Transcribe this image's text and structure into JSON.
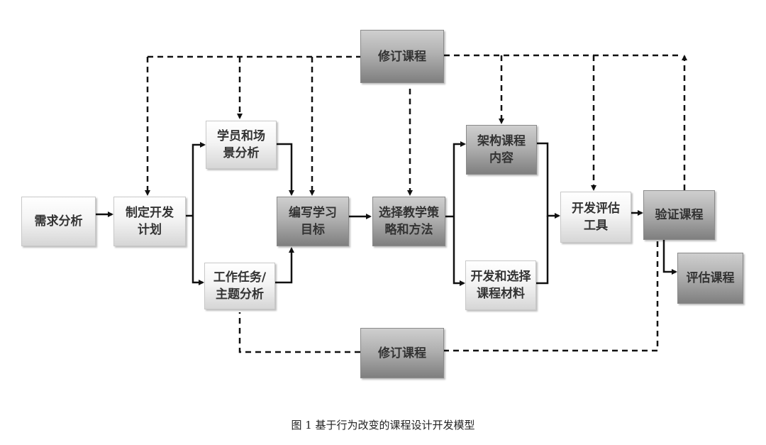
{
  "diagram": {
    "title": "图 1 基于行为改变的课程设计开发模型",
    "nodes": [
      {
        "id": "needs",
        "label": "需求分析",
        "style": "light"
      },
      {
        "id": "plan",
        "label": "制定开发计划",
        "style": "light"
      },
      {
        "id": "learner",
        "label": "学员和场景分析",
        "style": "light"
      },
      {
        "id": "task",
        "label": "工作任务/主题分析",
        "style": "light"
      },
      {
        "id": "objectives",
        "label": "编写学习目标",
        "style": "dark"
      },
      {
        "id": "strategy",
        "label": "选择教学策略和方法",
        "style": "dark"
      },
      {
        "id": "structure",
        "label": "架构课程内容",
        "style": "dark"
      },
      {
        "id": "materials",
        "label": "开发和选择课程材料",
        "style": "light"
      },
      {
        "id": "evaltools",
        "label": "开发评估工具",
        "style": "light"
      },
      {
        "id": "validate",
        "label": "验证课程",
        "style": "dark"
      },
      {
        "id": "evaluate",
        "label": "评估课程",
        "style": "dark"
      },
      {
        "id": "revise_top",
        "label": "修订课程",
        "style": "dark"
      },
      {
        "id": "revise_bottom",
        "label": "修订课程",
        "style": "dark"
      }
    ],
    "edges": [
      {
        "from": "needs",
        "to": "plan",
        "type": "solid"
      },
      {
        "from": "plan",
        "to": "learner",
        "type": "solid"
      },
      {
        "from": "plan",
        "to": "task",
        "type": "solid"
      },
      {
        "from": "learner",
        "to": "objectives",
        "type": "solid"
      },
      {
        "from": "task",
        "to": "objectives",
        "type": "solid"
      },
      {
        "from": "objectives",
        "to": "strategy",
        "type": "solid"
      },
      {
        "from": "strategy",
        "to": "structure",
        "type": "solid"
      },
      {
        "from": "strategy",
        "to": "materials",
        "type": "solid"
      },
      {
        "from": "structure",
        "to": "evaltools",
        "type": "solid"
      },
      {
        "from": "materials",
        "to": "evaltools",
        "type": "solid"
      },
      {
        "from": "evaltools",
        "to": "validate",
        "type": "solid"
      },
      {
        "from": "validate",
        "to": "evaluate",
        "type": "solid"
      },
      {
        "from": "validate",
        "to": "revise_top",
        "type": "dashed"
      },
      {
        "from": "revise_top",
        "to": "plan",
        "type": "dashed"
      },
      {
        "from": "revise_top",
        "to": "learner",
        "type": "dashed"
      },
      {
        "from": "revise_top",
        "to": "objectives",
        "type": "dashed"
      },
      {
        "from": "revise_top",
        "to": "strategy",
        "type": "dashed"
      },
      {
        "from": "revise_top",
        "to": "structure",
        "type": "dashed"
      },
      {
        "from": "revise_top",
        "to": "evaltools",
        "type": "dashed"
      },
      {
        "from": "validate",
        "to": "revise_bottom",
        "type": "dashed"
      },
      {
        "from": "revise_bottom",
        "to": "task",
        "type": "dashed"
      }
    ]
  }
}
